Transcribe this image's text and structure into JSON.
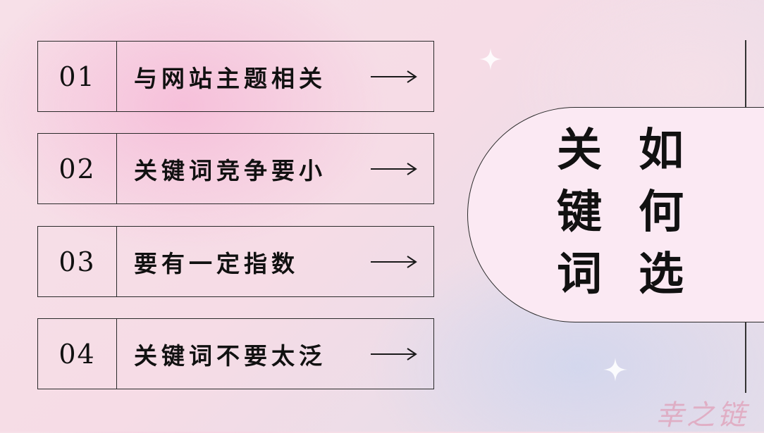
{
  "items": [
    {
      "num": "01",
      "label": "与网站主题相关"
    },
    {
      "num": "02",
      "label": "关键词竞争要小"
    },
    {
      "num": "03",
      "label": "要有一定指数"
    },
    {
      "num": "04",
      "label": "关键词不要太泛"
    }
  ],
  "title": {
    "col1": [
      "关",
      "键",
      "词"
    ],
    "col2": [
      "如",
      "何",
      "选"
    ]
  },
  "watermark": "幸之链",
  "icons": {
    "arrow": "arrow-right-icon",
    "sparkle": "sparkle-icon"
  }
}
